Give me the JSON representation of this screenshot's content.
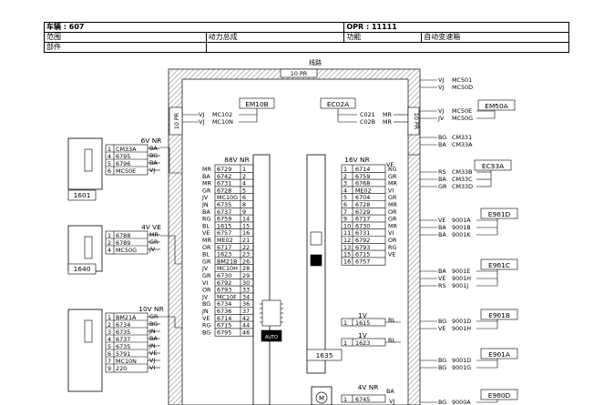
{
  "header": {
    "vehicle": "车辆 : 607",
    "opr": "OPR : 11111",
    "scope_label": "范围",
    "scope_value": "动力总成",
    "function_label": "功能",
    "function_value": "自动变速箱",
    "parts_label": "部件"
  },
  "wiring": {
    "section_title": "线路",
    "bar_top": "10 PR",
    "bar_left": "10 PR",
    "bar_right": "10 PR",
    "em10b": {
      "label": "EM10B",
      "rows": [
        {
          "c": "VJ",
          "w": "MC102"
        },
        {
          "c": "VJ",
          "w": "MC10N"
        }
      ]
    },
    "ec02a": {
      "label": "EC02A",
      "rows": [
        {
          "w": "C021",
          "c": "MR"
        },
        {
          "w": "C02B",
          "c": "MR"
        }
      ]
    },
    "left_connectors": [
      {
        "id": "1601",
        "header": "6V NR",
        "rows": [
          {
            "n": "1",
            "w": "CM33A",
            "c": "BA"
          },
          {
            "n": "4",
            "w": "6795",
            "c": "BG"
          },
          {
            "n": "5",
            "w": "6796",
            "c": "BA"
          },
          {
            "n": "6",
            "w": "MC50E",
            "c": "VJ"
          }
        ]
      },
      {
        "id": "1640",
        "header": "4V VE",
        "rows": [
          {
            "n": "1",
            "w": "6788",
            "c": "MR"
          },
          {
            "n": "2",
            "w": "6789",
            "c": "GR"
          },
          {
            "n": "4",
            "w": "MC50G",
            "c": "JV"
          }
        ]
      },
      {
        "id": "",
        "header": "10V NR",
        "rows": [
          {
            "n": "1",
            "w": "BM21A",
            "c": "GR"
          },
          {
            "n": "2",
            "w": "6734",
            "c": "BG"
          },
          {
            "n": "3",
            "w": "6735",
            "c": "JN"
          },
          {
            "n": "4",
            "w": "6737",
            "c": "BA"
          },
          {
            "n": "5",
            "w": "6735",
            "c": "JN"
          },
          {
            "n": "6",
            "w": "5791",
            "c": "VE"
          },
          {
            "n": "7",
            "w": "MC10N",
            "c": "VJ"
          },
          {
            "n": "9",
            "w": "220",
            "c": "VI"
          }
        ]
      }
    ],
    "ecu_88v": {
      "header": "88V NR",
      "rows": [
        {
          "c": "MR",
          "w": "6729",
          "n": "1"
        },
        {
          "c": "BA",
          "w": "6742",
          "n": "2"
        },
        {
          "c": "MR",
          "w": "6731",
          "n": "4"
        },
        {
          "c": "GR",
          "w": "6728",
          "n": "5"
        },
        {
          "c": "JV",
          "w": "MC10G",
          "n": "6"
        },
        {
          "c": "JN",
          "w": "6735",
          "n": "8"
        },
        {
          "c": "BA",
          "w": "6737",
          "n": "9"
        },
        {
          "c": "RG",
          "w": "6759",
          "n": "14"
        },
        {
          "c": "BL",
          "w": "1615",
          "n": "15"
        },
        {
          "c": "VE",
          "w": "6757",
          "n": "16"
        },
        {
          "c": "MR",
          "w": "ME02",
          "n": "21"
        },
        {
          "c": "OR",
          "w": "6717",
          "n": "22"
        },
        {
          "c": "BL",
          "w": "1623",
          "n": "23"
        },
        {
          "c": "GR",
          "w": "BM21B",
          "n": "26"
        },
        {
          "c": "JV",
          "w": "MC10H",
          "n": "28"
        },
        {
          "c": "GR",
          "w": "6730",
          "n": "29"
        },
        {
          "c": "VI",
          "w": "6792",
          "n": "30"
        },
        {
          "c": "OR",
          "w": "6793",
          "n": "33"
        },
        {
          "c": "JV",
          "w": "MC10F",
          "n": "34"
        },
        {
          "c": "BG",
          "w": "6734",
          "n": "36"
        },
        {
          "c": "JN",
          "w": "6736",
          "n": "37"
        },
        {
          "c": "VE",
          "w": "6714",
          "n": "42"
        },
        {
          "c": "RG",
          "w": "6715",
          "n": "44"
        },
        {
          "c": "BG",
          "w": "6795",
          "n": "46"
        }
      ]
    },
    "conn_16v": {
      "id": "1635",
      "header": "16V NR",
      "header_suffix": "VE",
      "rows": [
        {
          "n": "1",
          "w": "6714",
          "c": "RG"
        },
        {
          "n": "2",
          "w": "6759",
          "c": "GR"
        },
        {
          "n": "3",
          "w": "6768",
          "c": "MR"
        },
        {
          "n": "4",
          "w": "ME02",
          "c": "VI"
        },
        {
          "n": "5",
          "w": "6704",
          "c": "GR"
        },
        {
          "n": "6",
          "w": "6728",
          "c": "MR"
        },
        {
          "n": "7",
          "w": "6729",
          "c": "OR"
        },
        {
          "n": "9",
          "w": "6717",
          "c": "GR"
        },
        {
          "n": "10",
          "w": "6730",
          "c": "MR"
        },
        {
          "n": "11",
          "w": "6731",
          "c": "VI"
        },
        {
          "n": "12",
          "w": "6792",
          "c": "OR"
        },
        {
          "n": "13",
          "w": "6793",
          "c": "RG"
        },
        {
          "n": "15",
          "w": "6715",
          "c": "VE"
        },
        {
          "n": "16",
          "w": "6757",
          "c": ""
        }
      ]
    },
    "conn_1v_a": {
      "header": "1V",
      "n": "1",
      "w": "1615",
      "c": "BL"
    },
    "conn_1v_b": {
      "header": "1V",
      "n": "1",
      "w": "1623",
      "c": "BL"
    },
    "conn_4v": {
      "header": "4V NR",
      "n": "1",
      "w": "6745",
      "c": "BA",
      "c2": "VJ"
    },
    "right_groups": [
      {
        "label": "",
        "wires": [
          {
            "c": "VJ",
            "w": "MC501"
          },
          {
            "c": "VJ",
            "w": "MC50D"
          }
        ]
      },
      {
        "label": "EM50A",
        "wires": [
          {
            "c": "VJ",
            "w": "MC50E"
          },
          {
            "c": "JV",
            "w": "MC50G"
          }
        ]
      },
      {
        "label": "",
        "wires": [
          {
            "c": "BG",
            "w": "CM331"
          },
          {
            "c": "BA",
            "w": "CM33A"
          }
        ]
      },
      {
        "label": "EC33A",
        "wires": [
          {
            "c": "RS",
            "w": "CM33B"
          },
          {
            "c": "BA",
            "w": "CM33C"
          },
          {
            "c": "GR",
            "w": "CM33D"
          }
        ]
      },
      {
        "label": "E901D",
        "wires": [
          {
            "c": "VE",
            "w": "9001A"
          },
          {
            "c": "BA",
            "w": "9001B"
          },
          {
            "c": "BA",
            "w": "9001K"
          }
        ]
      },
      {
        "label": "E901C",
        "wires": [
          {
            "c": "BA",
            "w": "9001E"
          },
          {
            "c": "VE",
            "w": "9001H"
          },
          {
            "c": "RS",
            "w": "9001J"
          }
        ]
      },
      {
        "label": "E901B",
        "wires": [
          {
            "c": "BG",
            "w": "9001D"
          },
          {
            "c": "VE",
            "w": "9001H"
          }
        ]
      },
      {
        "label": "E901A",
        "wires": [
          {
            "c": "BG",
            "w": "9001D"
          },
          {
            "c": "BG",
            "w": "9001G"
          }
        ]
      },
      {
        "label": "E900D",
        "wires": [
          {
            "c": "BG",
            "w": "9000A"
          }
        ]
      }
    ],
    "auto_label": "AUTO",
    "colors": {
      "line": "#000000",
      "hatch": "#7a7a7a",
      "background": "#ffffff"
    }
  }
}
